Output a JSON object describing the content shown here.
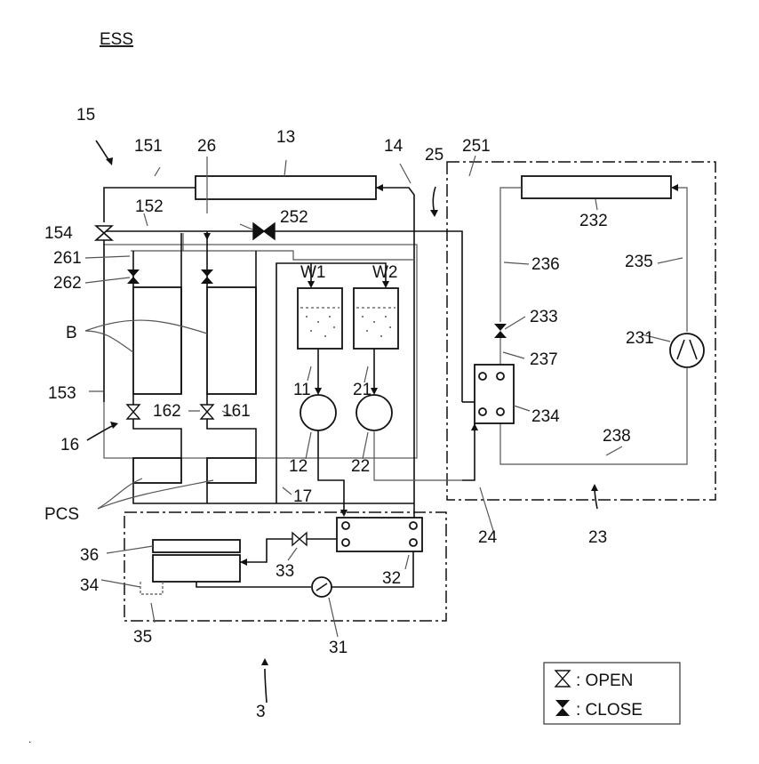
{
  "title": "ESS",
  "labels": {
    "l15": "15",
    "l151": "151",
    "l26": "26",
    "l13": "13",
    "l14": "14",
    "l25": "25",
    "l251": "251",
    "l152": "152",
    "l154": "154",
    "l252": "252",
    "l261": "261",
    "l262": "262",
    "l232": "232",
    "l236": "236",
    "l235": "235",
    "lW1": "W1",
    "lW2": "W2",
    "lB": "B",
    "l233": "233",
    "l231": "231",
    "l237": "237",
    "l153": "153",
    "l162": "162",
    "l161": "161",
    "l11": "11",
    "l21": "21",
    "l234": "234",
    "l16": "16",
    "l12": "12",
    "l22": "22",
    "l238": "238",
    "lPCS": "PCS",
    "l17": "17",
    "l24": "24",
    "l23": "23",
    "l36": "36",
    "l33": "33",
    "l32": "32",
    "l34": "34",
    "l31": "31",
    "l35": "35",
    "l3": "3"
  },
  "legend": {
    "open_label": ": OPEN",
    "close_label": ": CLOSE"
  }
}
